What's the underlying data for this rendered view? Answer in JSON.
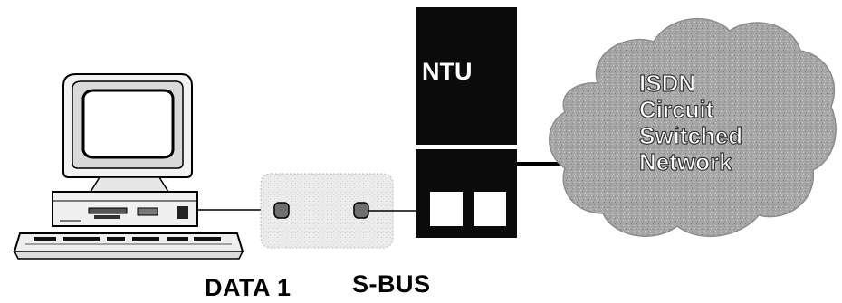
{
  "labels": {
    "data1": "DATA 1",
    "sbus": "S-BUS",
    "ntu": "NTU"
  },
  "network": {
    "lines": [
      "ISDN",
      "Circuit",
      "Switched",
      "Network"
    ]
  },
  "colors": {
    "ntu_box": "#0a0a0a",
    "cloud": "#a9a9a9",
    "terminal_adapter": "#e6e6e6",
    "wire": "#000000"
  }
}
